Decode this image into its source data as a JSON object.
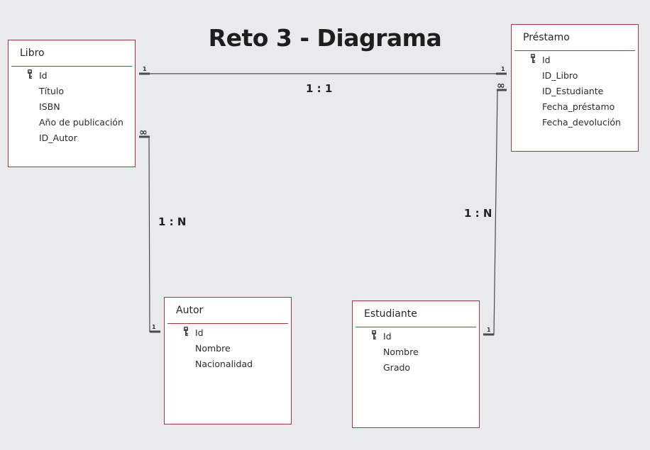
{
  "title": "Reto 3 - Diagrama",
  "entities": {
    "libro": {
      "name": "Libro",
      "fields": [
        "Id",
        "Título",
        "ISBN",
        "Año de publicación",
        "ID_Autor"
      ]
    },
    "prestamo": {
      "name": "Préstamo",
      "fields": [
        "Id",
        "ID_Libro",
        "ID_Estudiante",
        "Fecha_préstamo",
        "Fecha_devolución"
      ]
    },
    "autor": {
      "name": "Autor",
      "fields": [
        "Id",
        "Nombre",
        "Nacionalidad"
      ]
    },
    "estudiante": {
      "name": "Estudiante",
      "fields": [
        "Id",
        "Nombre",
        "Grado"
      ]
    }
  },
  "relationships": {
    "libro_prestamo": {
      "label": "1 : 1",
      "from_end": "1",
      "to_end": "1"
    },
    "libro_autor": {
      "label": "1 : N",
      "many_end": "∞",
      "one_end": "1"
    },
    "prestamo_estudiante": {
      "label": "1 : N",
      "many_end": "∞",
      "one_end": "1"
    }
  },
  "colors": {
    "entity_border": "#9c3b3e",
    "background": "#e8eaed",
    "line": "#4a4a4a"
  }
}
